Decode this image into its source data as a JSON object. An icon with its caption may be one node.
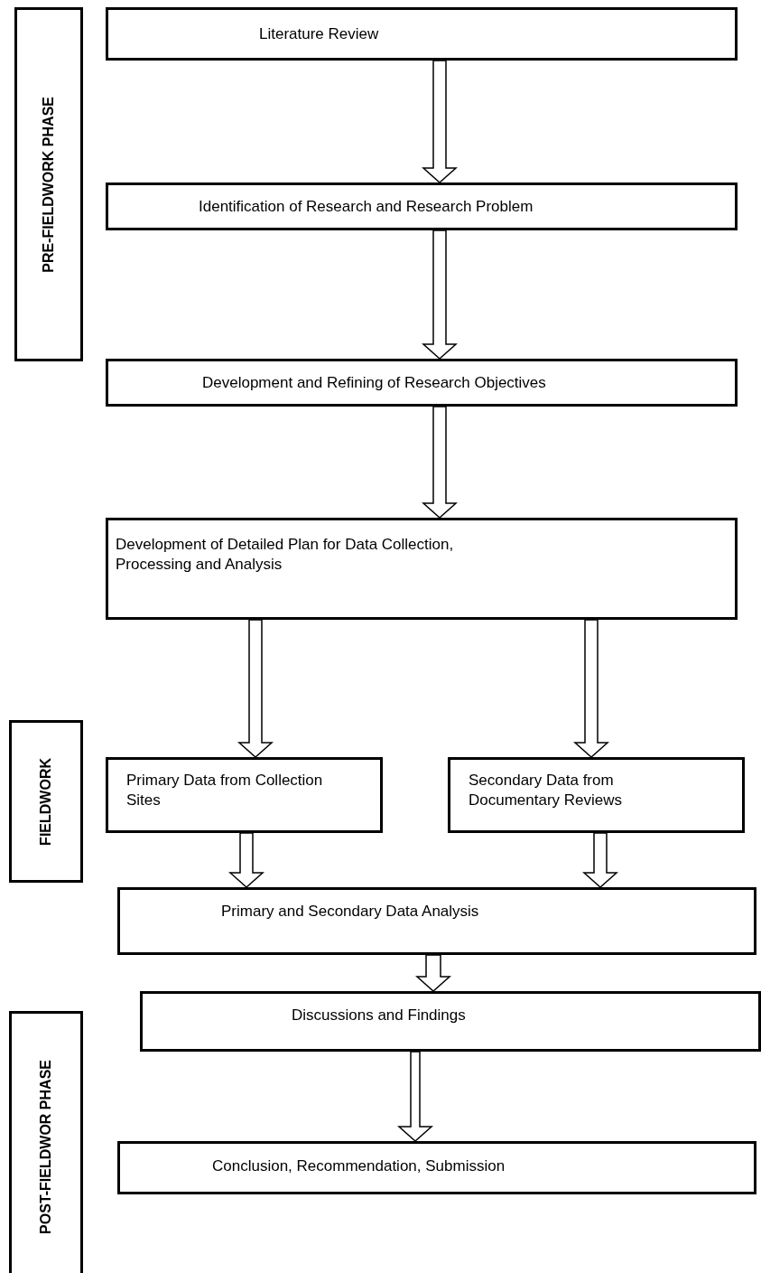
{
  "diagram": {
    "nodes": [
      {
        "text": [
          "PRE-FIELDWORK PHASE"
        ]
      },
      {
        "text": [
          "Literature Review"
        ]
      },
      {
        "text": [
          "Identification of Research and Research Problem"
        ]
      },
      {
        "text": [
          "Development and Refining of Research Objectives"
        ]
      },
      {
        "text": [
          "Development of Detailed Plan for Data Collection, Processing and Analysis"
        ]
      },
      {
        "text": [
          "FIELDWORK"
        ]
      },
      {
        "text": [
          "Primary Data from Collection Sites"
        ]
      },
      {
        "text": [
          "Secondary Data from Documentary Reviews"
        ]
      },
      {
        "text": [
          "Primary and Secondary Data Analysis"
        ]
      },
      {
        "text": [
          "Discussions and Findings"
        ]
      },
      {
        "text": [
          "POST-FIELDWOR PHASE"
        ]
      },
      {
        "text": [
          "Conclusion, Recommendation, Submission"
        ]
      }
    ],
    "edges": [
      {
        "from": 1,
        "to": 2,
        "arrow": "to"
      },
      {
        "from": 2,
        "to": 3,
        "arrow": "to"
      },
      {
        "from": 3,
        "to": 4,
        "arrow": "to"
      },
      {
        "from": 4,
        "to": 6,
        "arrow": "to"
      },
      {
        "from": 4,
        "to": 7,
        "arrow": "to"
      },
      {
        "from": 6,
        "to": 8,
        "arrow": "to"
      },
      {
        "from": 7,
        "to": 8,
        "arrow": "to"
      },
      {
        "from": 8,
        "to": 9,
        "arrow": "to"
      },
      {
        "from": 9,
        "to": 11,
        "arrow": "to"
      }
    ]
  }
}
